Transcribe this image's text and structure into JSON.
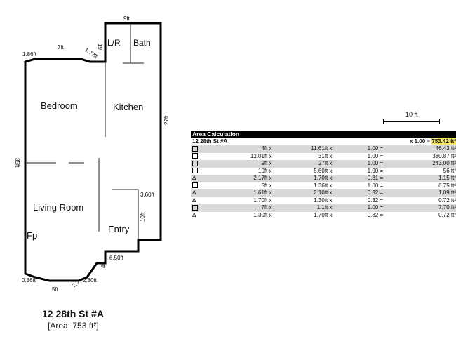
{
  "plan": {
    "rooms": {
      "lr": "L/R",
      "bath": "Bath",
      "bedroom": "Bedroom",
      "kitchen": "Kitchen",
      "living": "Living Room",
      "entry": "Entry",
      "fp": "Fp"
    },
    "dims": {
      "top": "9ft",
      "top_vert": "19",
      "bedroom_top": "7ft",
      "corner_left": "1.86ft",
      "corner_right": "1.??ft",
      "right": "27ft",
      "left": "35ft",
      "entry_step": "3.60ft",
      "entry_wall": "10ft",
      "bottom_step": "6.50ft",
      "bottom_vert": "4ft",
      "bottom": "5ft",
      "corner_bl": "0.86ft",
      "corner_br": "2.80ft",
      "corner_br2": "2.??"
    },
    "scale_label": "10 ft"
  },
  "caption": {
    "title": "12 28th St #A",
    "area": "[Area: 753 ft²]"
  },
  "calc": {
    "header": "Area Calculation",
    "name": "12 28th St #A",
    "multiplier": "x 1.00 = ",
    "total": "753.42 ft²",
    "rows": [
      {
        "shape": "square",
        "a": "4ft x",
        "b": "11.61ft x",
        "c": "1.00 =",
        "d": "46.43 ft²"
      },
      {
        "shape": "square",
        "a": "12.01ft x",
        "b": "31ft x",
        "c": "1.00 =",
        "d": "380.87 ft²"
      },
      {
        "shape": "square",
        "a": "9ft x",
        "b": "27ft x",
        "c": "1.00 =",
        "d": "243.00 ft²"
      },
      {
        "shape": "square",
        "a": "10ft x",
        "b": "5.60ft x",
        "c": "1.00 =",
        "d": "56 ft²"
      },
      {
        "shape": "triangle",
        "a": "2.17ft x",
        "b": "1.70ft x",
        "c": "0.31 =",
        "d": "1.15 ft²"
      },
      {
        "shape": "square",
        "a": "5ft x",
        "b": "1.36ft x",
        "c": "1.00 =",
        "d": "6.75 ft²"
      },
      {
        "shape": "triangle",
        "a": "1.61ft x",
        "b": "2.10ft x",
        "c": "0.32 =",
        "d": "1.09 ft²"
      },
      {
        "shape": "triangle",
        "a": "1.70ft x",
        "b": "1.30ft x",
        "c": "0.32 =",
        "d": "0.72 ft²"
      },
      {
        "shape": "square",
        "a": "7ft x",
        "b": "1.1ft x",
        "c": "1.00 =",
        "d": "7.70 ft²"
      },
      {
        "shape": "triangle",
        "a": "1.30ft x",
        "b": "1.70ft x",
        "c": "0.32 =",
        "d": "0.72 ft²"
      }
    ]
  }
}
